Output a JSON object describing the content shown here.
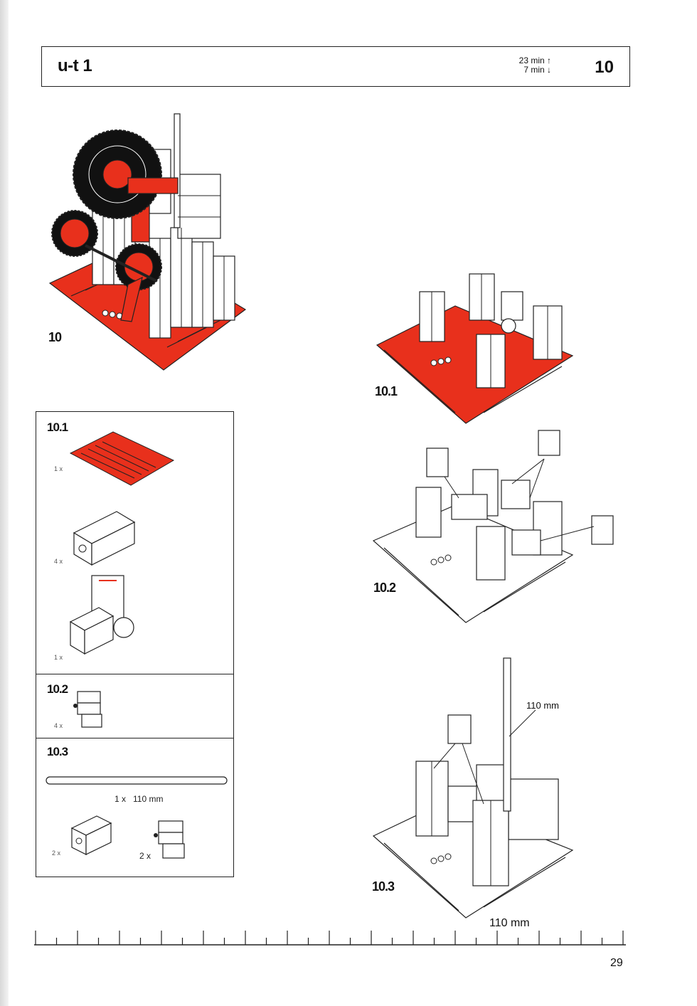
{
  "header": {
    "title": "u-t 1",
    "time_up": "23 min ↑",
    "time_down": "7 min ↓",
    "step_number": "10"
  },
  "steps": {
    "main_label": "10",
    "s1_label": "10.1",
    "s2_label": "10.2",
    "s3_label": "10.3",
    "s3_axle_length": "110 mm",
    "s3_base_length": "110 mm"
  },
  "parts": {
    "s1": {
      "label": "10.1",
      "qty_plate": "1 x",
      "qty_block": "4 x",
      "qty_hinge": "1 x"
    },
    "s2": {
      "label": "10.2",
      "qty_clip": "4 x"
    },
    "s3": {
      "label": "10.3",
      "qty_axle": "1 x",
      "axle_length": "110 mm",
      "qty_block": "2 x",
      "qty_clip": "2 x"
    }
  },
  "page_number": "29",
  "colors": {
    "red": "#e8301c",
    "black": "#111111",
    "outline": "#222222"
  }
}
